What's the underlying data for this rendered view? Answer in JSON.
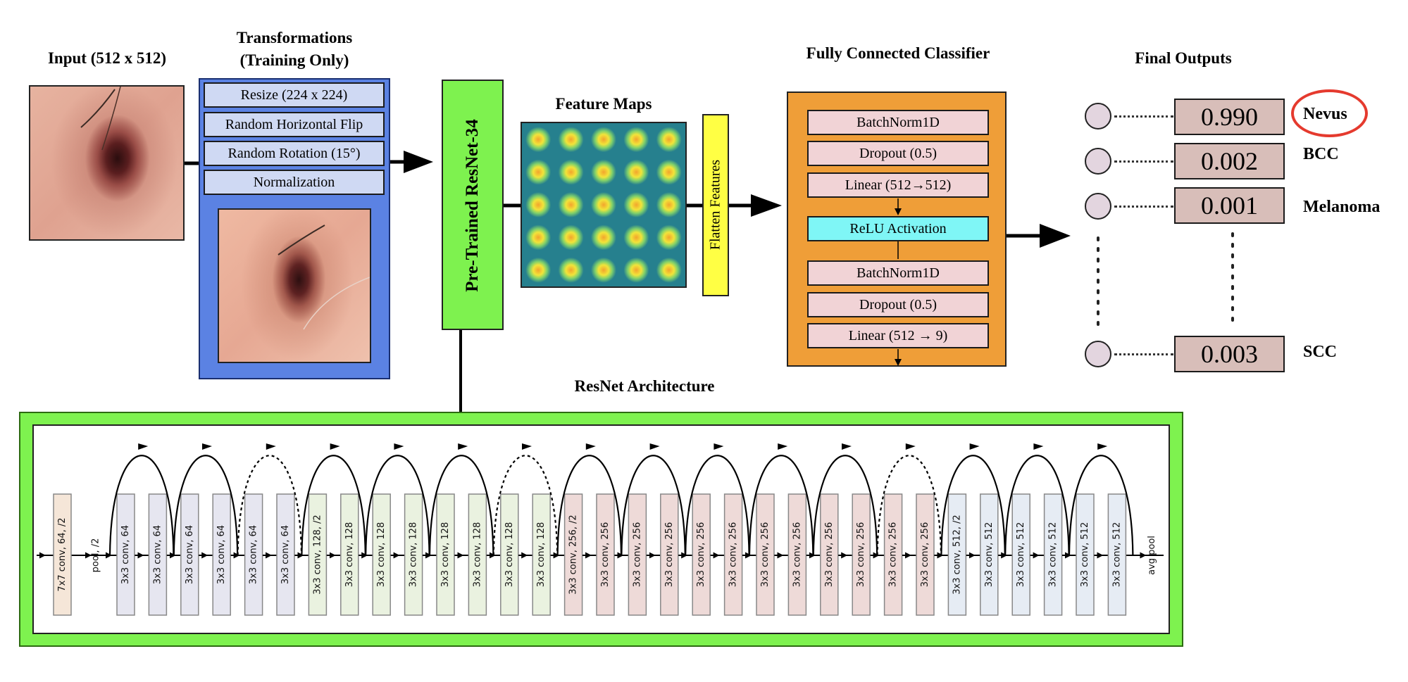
{
  "input": {
    "title": "Input (512 x 512)"
  },
  "transforms": {
    "title_line1": "Transformations",
    "title_line2": "(Training Only)",
    "steps": [
      "Resize (224 x 224)",
      "Random Horizontal Flip",
      "Random Rotation (15°)",
      "Normalization"
    ]
  },
  "backbone": {
    "label": "Pre-Trained ResNet-34"
  },
  "feature_maps": {
    "title": "Feature Maps"
  },
  "flatten": {
    "label": "Flatten Features"
  },
  "classifier": {
    "title": "Fully Connected Classifier",
    "layers": [
      "BatchNorm1D",
      "Dropout (0.5)",
      "Linear (512→512)",
      "ReLU Activation",
      "BatchNorm1D",
      "Dropout (0.5)",
      "Linear (512 → 9)"
    ]
  },
  "outputs": {
    "title": "Final Outputs",
    "items": [
      {
        "value": "0.990",
        "label": "Nevus"
      },
      {
        "value": "0.002",
        "label": "BCC"
      },
      {
        "value": "0.001",
        "label": "Melanoma"
      },
      {
        "value": "0.003",
        "label": "SCC"
      }
    ]
  },
  "resnet": {
    "title": "ResNet Architecture",
    "first_layer": "7x7 conv, 64, /2",
    "pool": "pool, /2",
    "avg_pool": "avg pool",
    "layers": [
      "3x3 conv, 64",
      "3x3 conv, 64",
      "3x3 conv, 64",
      "3x3 conv, 64",
      "3x3 conv, 64",
      "3x3 conv, 64",
      "3x3 conv, 128, /2",
      "3x3 conv, 128",
      "3x3 conv, 128",
      "3x3 conv, 128",
      "3x3 conv, 128",
      "3x3 conv, 128",
      "3x3 conv, 128",
      "3x3 conv, 128",
      "3x3 conv, 256, /2",
      "3x3 conv, 256",
      "3x3 conv, 256",
      "3x3 conv, 256",
      "3x3 conv, 256",
      "3x3 conv, 256",
      "3x3 conv, 256",
      "3x3 conv, 256",
      "3x3 conv, 256",
      "3x3 conv, 256",
      "3x3 conv, 256",
      "3x3 conv, 256",
      "3x3 conv, 512, /2",
      "3x3 conv, 512",
      "3x3 conv, 512",
      "3x3 conv, 512",
      "3x3 conv, 512",
      "3x3 conv, 512"
    ]
  },
  "colors": {
    "transform_panel": "#5b82e3",
    "transform_step": "#cfd9f3",
    "backbone": "#7ef24f",
    "flatten": "#ffff44",
    "classifier_panel": "#ef9e38",
    "classifier_layer": "#f1d3d6",
    "relu": "#7ff6f6",
    "output_box": "#d8beb9",
    "highlight": "#e53a2e",
    "stage_64": "#e6e6f0",
    "stage_128": "#eaf2e0",
    "stage_256": "#eedad8",
    "stage_512": "#e6ecf4",
    "first_conv": "#f5e6d8"
  }
}
